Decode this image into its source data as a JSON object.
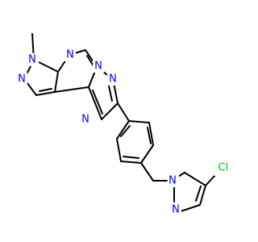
{
  "molecule": {
    "atom_labels": {
      "n_methyl_pyrazole": "N",
      "n_pyrazole_2": "N",
      "n_pyrimidine_top": "N",
      "n_bridge": "N",
      "n_triazole_right": "N",
      "n_triazole_left": "N",
      "n_pz_attached": "N",
      "n_pz_2": "N",
      "cl": "Cl"
    },
    "colors": {
      "bond": "#000000",
      "nitrogen": "#0000ff",
      "chlorine": "#00cc00"
    }
  }
}
